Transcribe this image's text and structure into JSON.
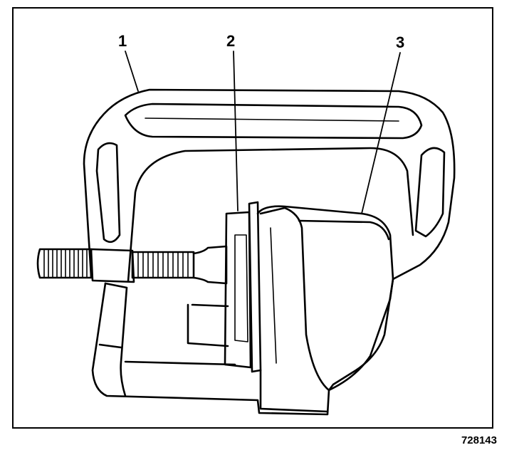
{
  "callouts": {
    "one": "1",
    "two": "2",
    "three": "3"
  },
  "figure_id": "728143"
}
